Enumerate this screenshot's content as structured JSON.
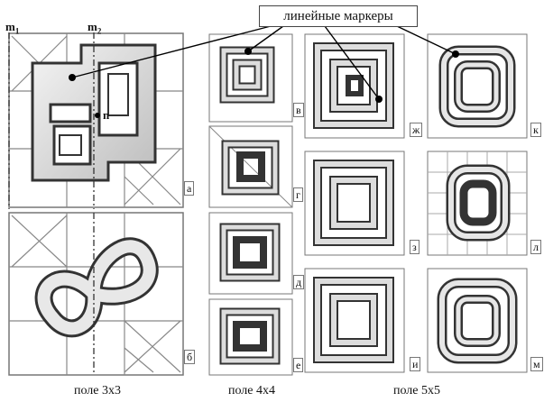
{
  "callout": "линейные маркеры",
  "axis_labels": {
    "m1": "m",
    "m1_sub": "1",
    "m2": "m",
    "m2_sub": "2"
  },
  "center_point_label": "n",
  "panel_labels": {
    "a": "а",
    "b": "б",
    "v": "в",
    "g": "г",
    "d": "д",
    "e": "е",
    "zh": "ж",
    "z": "з",
    "i": "и",
    "k": "к",
    "l": "л",
    "m": "м"
  },
  "captions": [
    "поле 3х3",
    "поле 4х4",
    "поле 5х5"
  ],
  "colors": {
    "line": "#333333",
    "band": "#d9d9d9",
    "band_dark": "#9a9a9a"
  }
}
